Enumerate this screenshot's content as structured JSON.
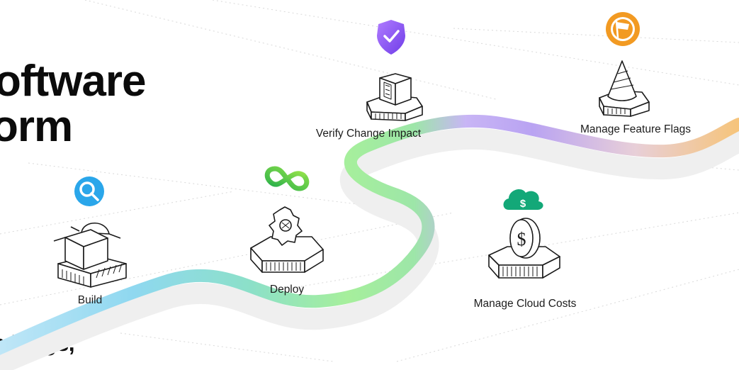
{
  "heading": {
    "line1": "oftware",
    "line2": "orm"
  },
  "sub_heading": "e Flags,",
  "stages": [
    {
      "id": "build",
      "label": "Build",
      "icon": "magnifier-icon",
      "color": "#29a8e8"
    },
    {
      "id": "deploy",
      "label": "Deploy",
      "icon": "infinity-icon",
      "color": "#3bbf3b"
    },
    {
      "id": "verify",
      "label": "Verify Change Impact",
      "icon": "shield-check-icon",
      "color": "#8a52f2"
    },
    {
      "id": "cloud",
      "label": "Manage Cloud Costs",
      "icon": "cloud-dollar-icon",
      "color": "#12a878"
    },
    {
      "id": "flags",
      "label": "Manage Feature Flags",
      "icon": "flag-icon",
      "color": "#f29a22"
    }
  ]
}
